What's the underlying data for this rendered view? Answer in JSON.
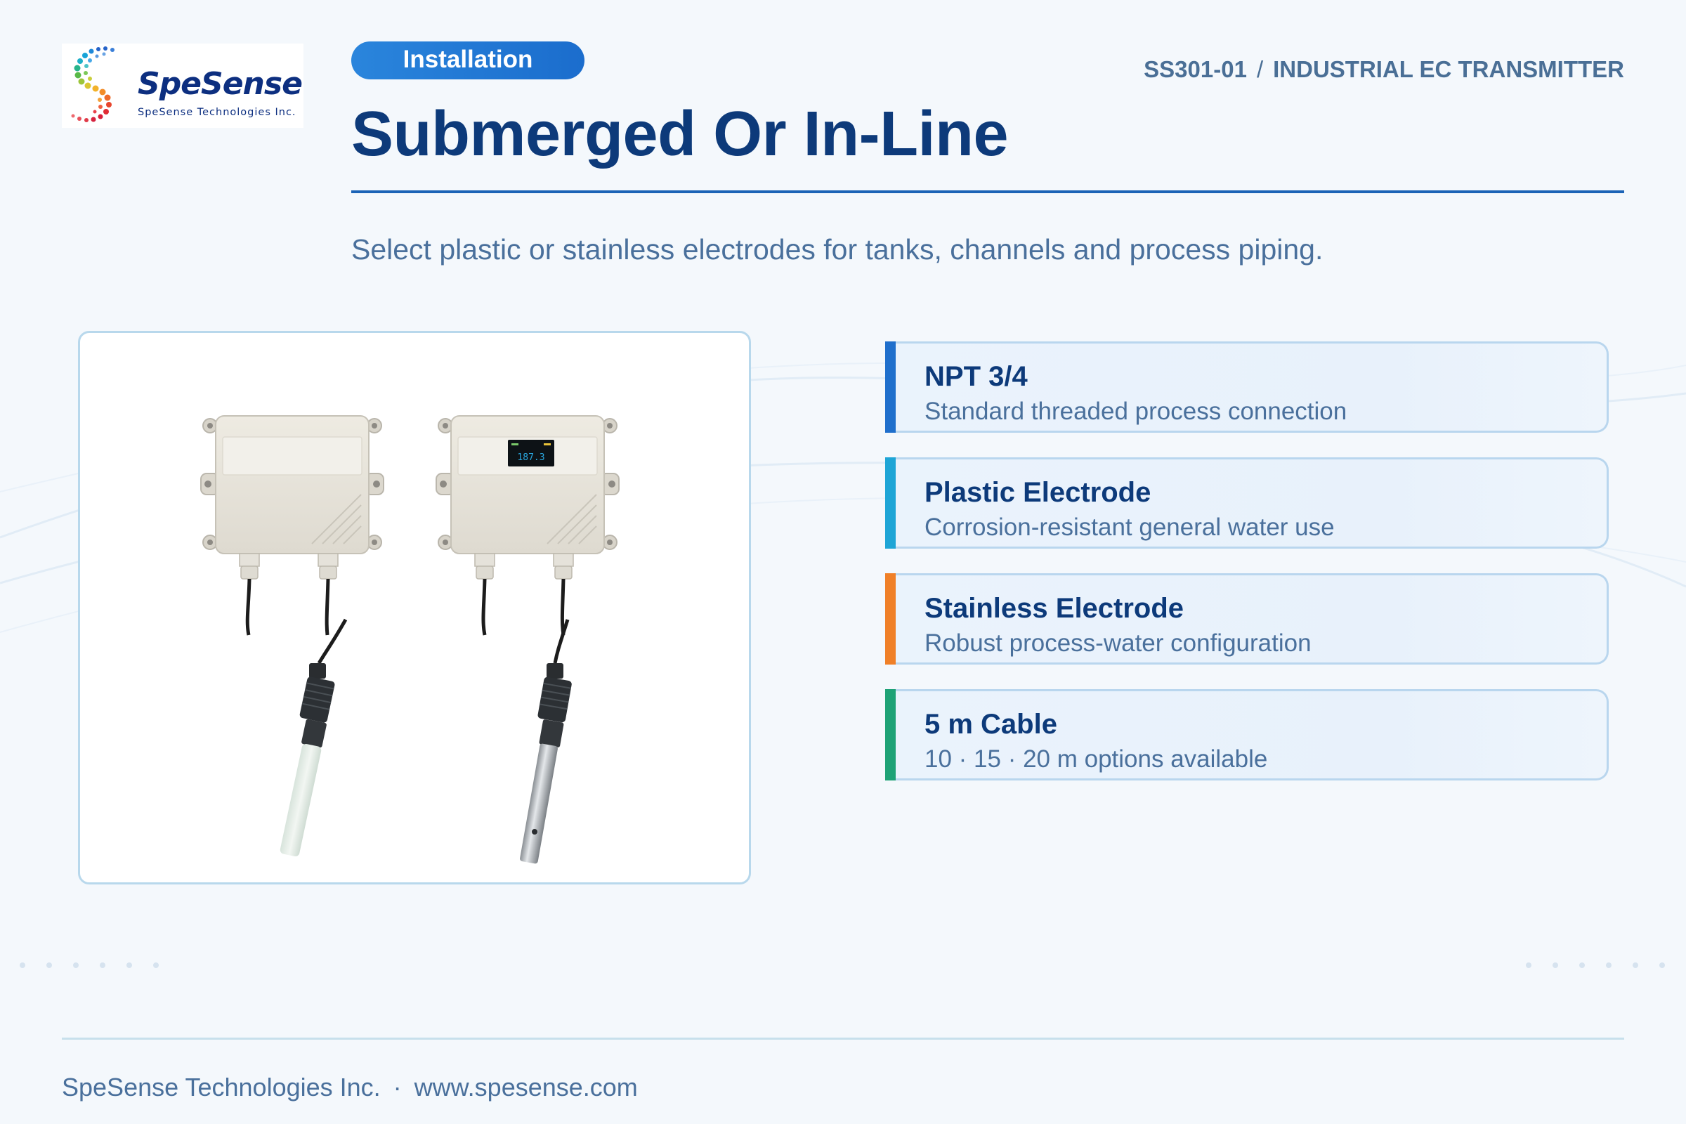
{
  "brand": {
    "name": "SpeSense",
    "tagline": "SpeSense Technologies Inc."
  },
  "header": {
    "section_tag": "Installation",
    "title": "Submerged Or In-Line",
    "model": "SS301-01",
    "separator": "/",
    "product": "INDUSTRIAL EC TRANSMITTER",
    "subtitle": "Select plastic or stainless electrodes for tanks, channels and process piping."
  },
  "product_image": {
    "display_reading": "187.3"
  },
  "features": [
    {
      "title": "NPT 3/4",
      "description": "Standard threaded process connection",
      "accent": "#1f6fcc"
    },
    {
      "title": "Plastic Electrode",
      "description": "Corrosion-resistant general water use",
      "accent": "#1ea5d6"
    },
    {
      "title": "Stainless Electrode",
      "description": "Robust process-water configuration",
      "accent": "#f08028"
    },
    {
      "title": "5 m Cable",
      "description": "10 · 15 · 20 m options available",
      "accent": "#1ea276"
    }
  ],
  "footer": {
    "company": "SpeSense Technologies Inc.",
    "separator": "·",
    "website": "www.spesense.com"
  },
  "colors": {
    "primary": "#0d3a7a",
    "pill": "#1f74d4",
    "background": "#f4f8fc"
  }
}
